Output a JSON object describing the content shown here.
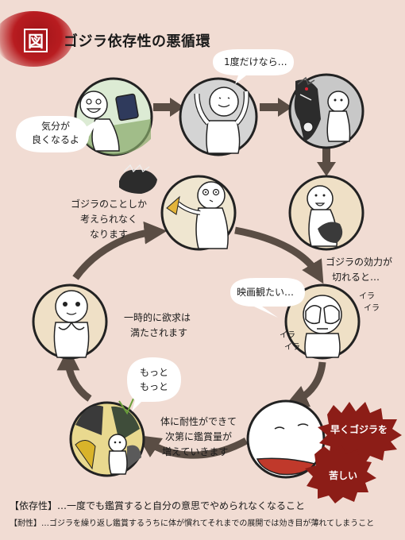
{
  "header": {
    "badge": "図",
    "title": "ゴジラ依存性の悪循環"
  },
  "bubbles": {
    "first_time": "1度だけなら…",
    "mood_line1": "気分が",
    "mood_line2": "良くなるよ",
    "movie": "映画観たい…",
    "more_line1": "もっと",
    "more_line2": "もっと"
  },
  "captions": {
    "obsess_line1": "ゴジラのことしか",
    "obsess_line2": "考えられなく",
    "obsess_line3": "なります",
    "wearoff_line1": "ゴジラの効力が",
    "wearoff_line2": "切れると…",
    "satisfied_line1": "一時的に欲求は",
    "satisfied_line2": "満たされます",
    "tolerance_line1": "体に耐性ができて",
    "tolerance_line2": "次第に鑑賞量が",
    "tolerance_line3": "増えていきます"
  },
  "sfx": {
    "ira1": "イラ",
    "ira2": "イラ",
    "ira3": "イラ",
    "ira4": "イラ"
  },
  "bursts": {
    "hurry": "早くゴジラを",
    "painful": "苦しい"
  },
  "footer": {
    "dependence": "【依存性】…一度でも鑑賞すると自分の意思でやめられなくなること",
    "tolerance": "【耐性】…ゴジラを繰り返し鑑賞するうちに体が慣れてそれまでの展開では効き目が薄れてしまうこと"
  },
  "colors": {
    "background": "#f1dcd3",
    "accent_red": "#b81c20",
    "arrow": "#5a4d44",
    "circle_fill": "#efe0c6"
  }
}
